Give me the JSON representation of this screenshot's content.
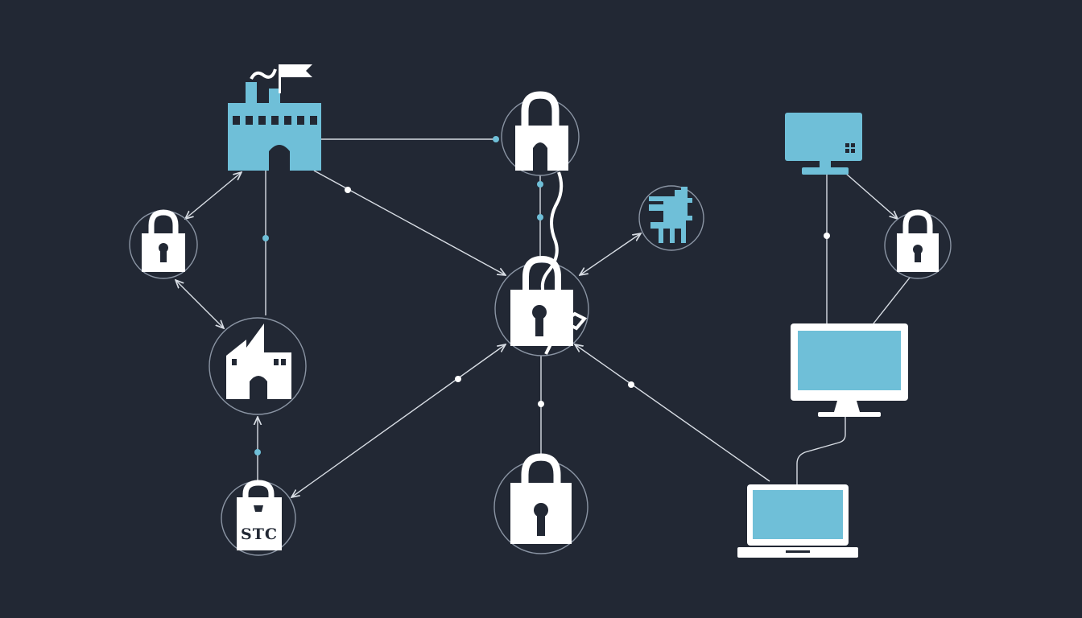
{
  "diagram": {
    "colors": {
      "background": "#222834",
      "accent": "#6fbfd8",
      "icon": "#ffffff",
      "ring": "#8a94a3",
      "line": "#d8dde4"
    },
    "nodes": [
      {
        "id": "factory",
        "icon": "factory-icon"
      },
      {
        "id": "lock-top",
        "icon": "padlock-icon"
      },
      {
        "id": "lock-left",
        "icon": "padlock-icon"
      },
      {
        "id": "house",
        "icon": "house-icon"
      },
      {
        "id": "lock-stc",
        "icon": "padlock-icon",
        "label": "STC"
      },
      {
        "id": "lock-central",
        "icon": "broken-chain-padlock-icon"
      },
      {
        "id": "lock-bottom",
        "icon": "padlock-icon"
      },
      {
        "id": "circuit",
        "icon": "circuit-board-icon"
      },
      {
        "id": "monitor-top",
        "icon": "monitor-icon"
      },
      {
        "id": "lock-right",
        "icon": "padlock-icon"
      },
      {
        "id": "monitor-large",
        "icon": "monitor-icon"
      },
      {
        "id": "laptop",
        "icon": "laptop-icon"
      }
    ]
  }
}
